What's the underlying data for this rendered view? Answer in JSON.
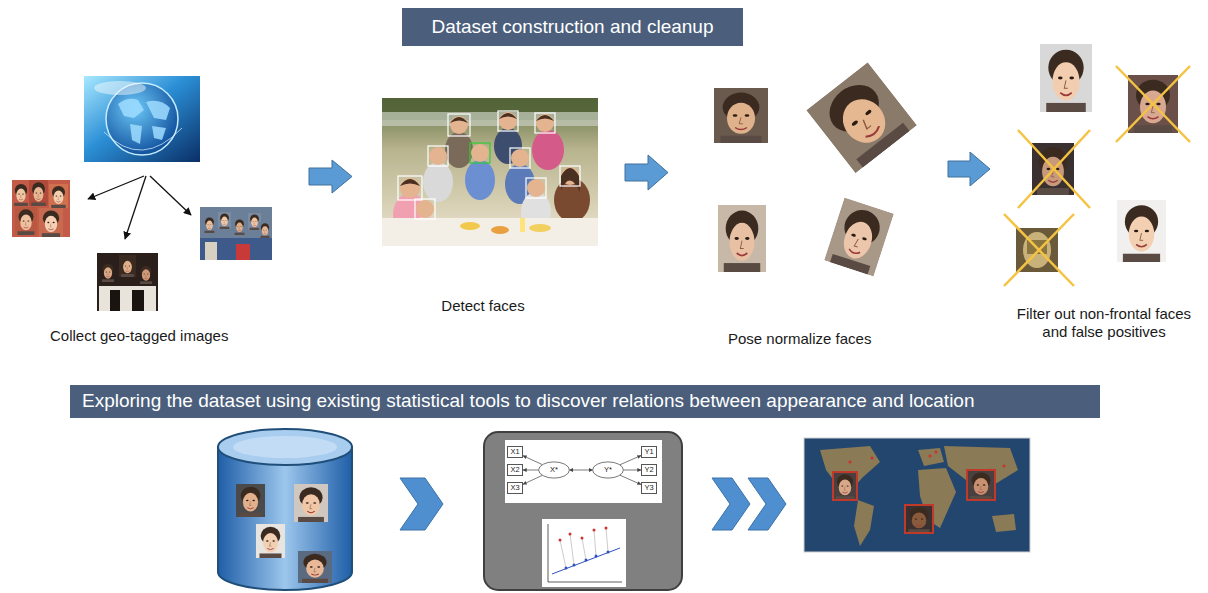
{
  "diagram": {
    "nodes": [
      {
        "text": [
          "Dataset construction and cleanup"
        ]
      },
      {
        "text": [
          "Exploring the dataset using existing statistical tools to discover relations between appearance and location"
        ]
      },
      {
        "text": [
          "X1"
        ]
      },
      {
        "text": [
          "X2"
        ]
      },
      {
        "text": [
          "X3"
        ]
      },
      {
        "text": [
          "X*"
        ]
      },
      {
        "text": [
          "Y*"
        ]
      },
      {
        "text": [
          "Y1"
        ]
      },
      {
        "text": [
          "Y2"
        ]
      },
      {
        "text": [
          "Y3"
        ]
      }
    ],
    "edges": [
      {
        "from": 5,
        "to": 2,
        "arrow": "to"
      },
      {
        "from": 5,
        "to": 3,
        "arrow": "to"
      },
      {
        "from": 5,
        "to": 4,
        "arrow": "to"
      },
      {
        "from": 5,
        "to": 6,
        "arrow": "both"
      },
      {
        "from": 6,
        "to": 7,
        "arrow": "to"
      },
      {
        "from": 6,
        "to": 8,
        "arrow": "to"
      },
      {
        "from": 6,
        "to": 9,
        "arrow": "to"
      }
    ],
    "labels": [
      "Collect geo-tagged images",
      "Detect faces",
      "Pose normalize faces",
      "Filter out non-frontal faces and false positives"
    ]
  }
}
